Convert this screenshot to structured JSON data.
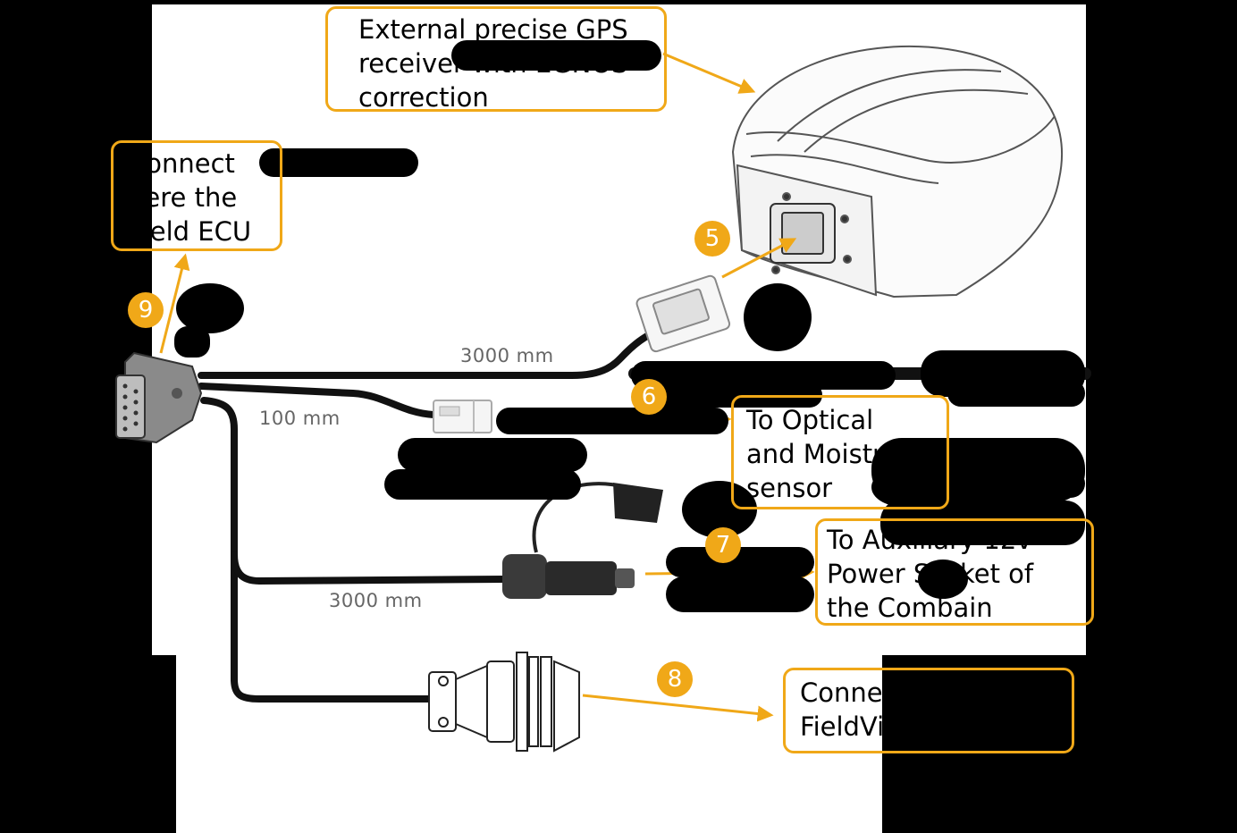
{
  "callouts": {
    "gps": [
      "External precise GPS",
      "receiver with EGNOS",
      "correction"
    ],
    "yield_ecu": [
      "Connect",
      "here the",
      "Yield ECU"
    ],
    "optical": [
      "To Optical",
      "and Moisture",
      "sensor"
    ],
    "auxiliary": [
      "To Auxiliary 12v",
      "Power Socket of",
      "the Combain"
    ],
    "fieldview": [
      "Connect into the",
      "FieldView Drive"
    ]
  },
  "lengths": {
    "gps_cable": "3000 mm",
    "sensor_cable": "100 mm",
    "power_cable": "3000 mm"
  },
  "badges": {
    "b5": "5",
    "b6": "6",
    "b7": "7",
    "b8": "8",
    "b9": "9"
  },
  "colors": {
    "accent": "#f0a818",
    "cable": "#111111",
    "panel": "#ffffff",
    "length_text": "#666666"
  }
}
